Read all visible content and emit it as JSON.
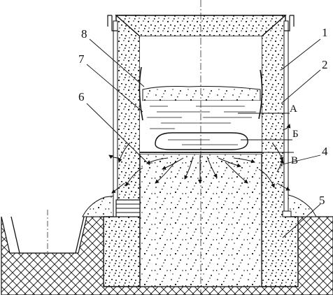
{
  "labels": {
    "n1": "1",
    "n2": "2",
    "n4": "4",
    "n5": "5",
    "n6": "6",
    "n7": "7",
    "n8": "8",
    "zoneA": "А",
    "zoneB": "Б",
    "zoneV": "В"
  },
  "colors": {
    "ink": "#111111",
    "paper": "#ffffff"
  }
}
